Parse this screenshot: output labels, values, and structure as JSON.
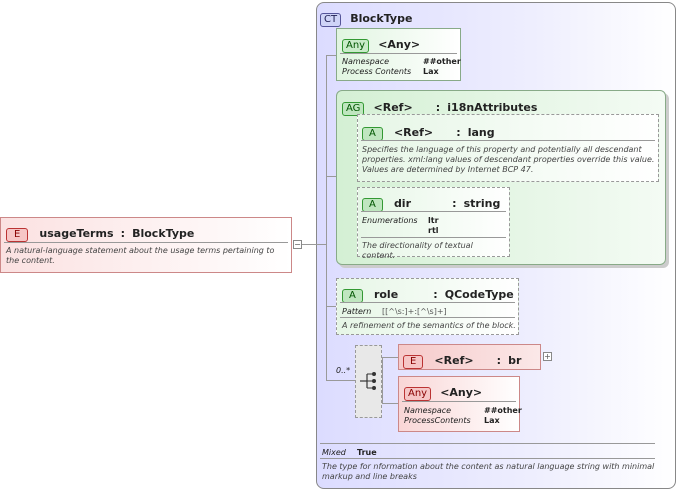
{
  "complex_type": {
    "badge": "CT",
    "name": "BlockType",
    "mixed_label": "Mixed",
    "mixed_value": "True",
    "description": "The type for nformation about the content as natural language string with minimal markup and line breaks"
  },
  "usage_terms": {
    "badge": "E",
    "name": "usageTerms",
    "sep": ":",
    "type": "BlockType",
    "description": "A natural-language statement about the usage terms pertaining to the content.",
    "expand": "−"
  },
  "any1": {
    "badge": "Any",
    "name": "<Any>",
    "rows": [
      {
        "label": "Namespace",
        "value": "##other"
      },
      {
        "label": "Process Contents",
        "value": "Lax"
      }
    ]
  },
  "attr_group": {
    "badge": "AG",
    "ref": "<Ref>",
    "sep": ":",
    "name": "i18nAttributes"
  },
  "lang": {
    "badge": "A",
    "ref": "<Ref>",
    "sep": ":",
    "name": "lang",
    "description": "Specifies the language of this property and potentially all descendant properties. xml:lang values of descendant properties override this value. Values are determined by Internet BCP 47."
  },
  "dir": {
    "badge": "A",
    "name": "dir",
    "sep": ":",
    "type": "string",
    "enum_label": "Enumerations",
    "enum_values": [
      "ltr",
      "rtl"
    ],
    "description": "The directionality of textual content."
  },
  "role": {
    "badge": "A",
    "name": "role",
    "sep": ":",
    "type": "QCodeType",
    "pattern_label": "Pattern",
    "pattern_value": "[[^\\s:]+:[^\\s]+]",
    "description": "A refinement of the semantics of the block."
  },
  "sequence": {
    "occurs": "0..*"
  },
  "br": {
    "badge": "E",
    "ref": "<Ref>",
    "sep": ":",
    "name": "br",
    "expand": "+"
  },
  "any2": {
    "badge": "Any",
    "name": "<Any>",
    "rows": [
      {
        "label": "Namespace",
        "value": "##other"
      },
      {
        "label": "ProcessContents",
        "value": "Lax"
      }
    ]
  }
}
